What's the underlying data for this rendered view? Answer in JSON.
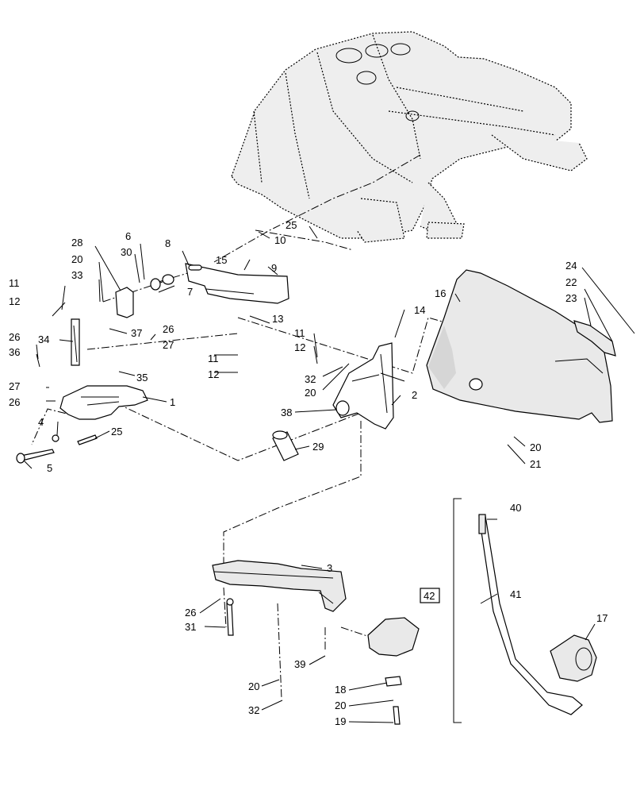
{
  "diagram": {
    "group_label": "42",
    "callouts": [
      {
        "id": "c-25-top",
        "text": "25"
      },
      {
        "id": "c-10",
        "text": "10"
      },
      {
        "id": "c-8",
        "text": "8"
      },
      {
        "id": "c-6",
        "text": "6"
      },
      {
        "id": "c-28",
        "text": "28"
      },
      {
        "id": "c-30",
        "text": "30"
      },
      {
        "id": "c-15",
        "text": "15"
      },
      {
        "id": "c-9",
        "text": "9"
      },
      {
        "id": "c-20-a",
        "text": "20"
      },
      {
        "id": "c-33",
        "text": "33"
      },
      {
        "id": "c-7",
        "text": "7"
      },
      {
        "id": "c-11-a",
        "text": "11"
      },
      {
        "id": "c-12-a",
        "text": "12"
      },
      {
        "id": "c-37",
        "text": "37"
      },
      {
        "id": "c-26-a",
        "text": "26"
      },
      {
        "id": "c-34",
        "text": "34"
      },
      {
        "id": "c-26-b",
        "text": "26"
      },
      {
        "id": "c-27-a",
        "text": "27"
      },
      {
        "id": "c-36",
        "text": "36"
      },
      {
        "id": "c-13",
        "text": "13"
      },
      {
        "id": "c-11-b",
        "text": "11"
      },
      {
        "id": "c-12-b",
        "text": "12"
      },
      {
        "id": "c-35",
        "text": "35"
      },
      {
        "id": "c-27-b",
        "text": "27"
      },
      {
        "id": "c-26-c",
        "text": "26"
      },
      {
        "id": "c-1",
        "text": "1"
      },
      {
        "id": "c-11-c",
        "text": "11"
      },
      {
        "id": "c-12-c",
        "text": "12"
      },
      {
        "id": "c-14",
        "text": "14"
      },
      {
        "id": "c-16",
        "text": "16"
      },
      {
        "id": "c-24",
        "text": "24"
      },
      {
        "id": "c-22",
        "text": "22"
      },
      {
        "id": "c-23",
        "text": "23"
      },
      {
        "id": "c-32-a",
        "text": "32"
      },
      {
        "id": "c-20-b",
        "text": "20"
      },
      {
        "id": "c-2",
        "text": "2"
      },
      {
        "id": "c-38",
        "text": "38"
      },
      {
        "id": "c-4",
        "text": "4"
      },
      {
        "id": "c-25-b",
        "text": "25"
      },
      {
        "id": "c-29",
        "text": "29"
      },
      {
        "id": "c-5",
        "text": "5"
      },
      {
        "id": "c-20-c",
        "text": "20"
      },
      {
        "id": "c-21",
        "text": "21"
      },
      {
        "id": "c-40",
        "text": "40"
      },
      {
        "id": "c-3",
        "text": "3"
      },
      {
        "id": "c-41",
        "text": "41"
      },
      {
        "id": "c-26-d",
        "text": "26"
      },
      {
        "id": "c-17",
        "text": "17"
      },
      {
        "id": "c-31",
        "text": "31"
      },
      {
        "id": "c-39",
        "text": "39"
      },
      {
        "id": "c-20-d",
        "text": "20"
      },
      {
        "id": "c-18",
        "text": "18"
      },
      {
        "id": "c-32-b",
        "text": "32"
      },
      {
        "id": "c-20-e",
        "text": "20"
      },
      {
        "id": "c-19",
        "text": "19"
      }
    ]
  }
}
